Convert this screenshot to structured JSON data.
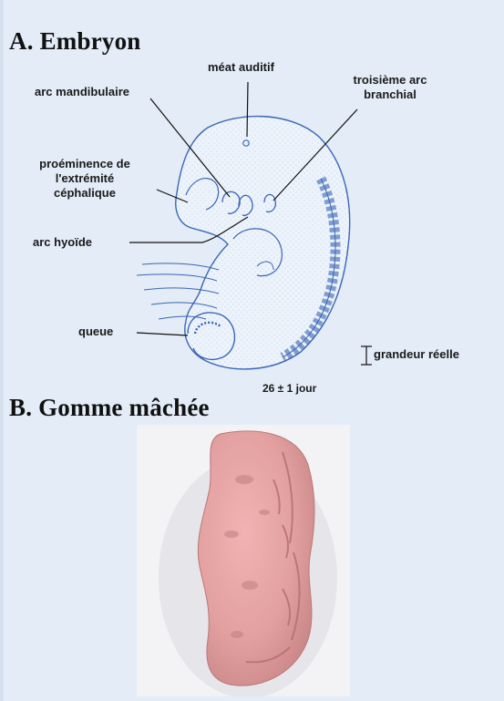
{
  "section_a": {
    "title": "A. Embryon"
  },
  "section_b": {
    "title": "B. Gomme mâchée"
  },
  "labels": {
    "meat": "méat auditif",
    "mandibular": "arc mandibulaire",
    "third_arch_line1": "troisième arc",
    "third_arch_line2": "branchial",
    "prominence_line1": "proéminence de",
    "prominence_line2": "l'extrémité",
    "prominence_line3": "céphalique",
    "hyoid": "arc hyoïde",
    "tail": "queue",
    "real_size": "grandeur réelle",
    "age": "26 ± 1 jour"
  },
  "colors": {
    "background": "#e3ecf7",
    "embryo_fill": "#edf3fb",
    "embryo_stroke": "#3a66b4",
    "gum": "#e6a6a6"
  }
}
